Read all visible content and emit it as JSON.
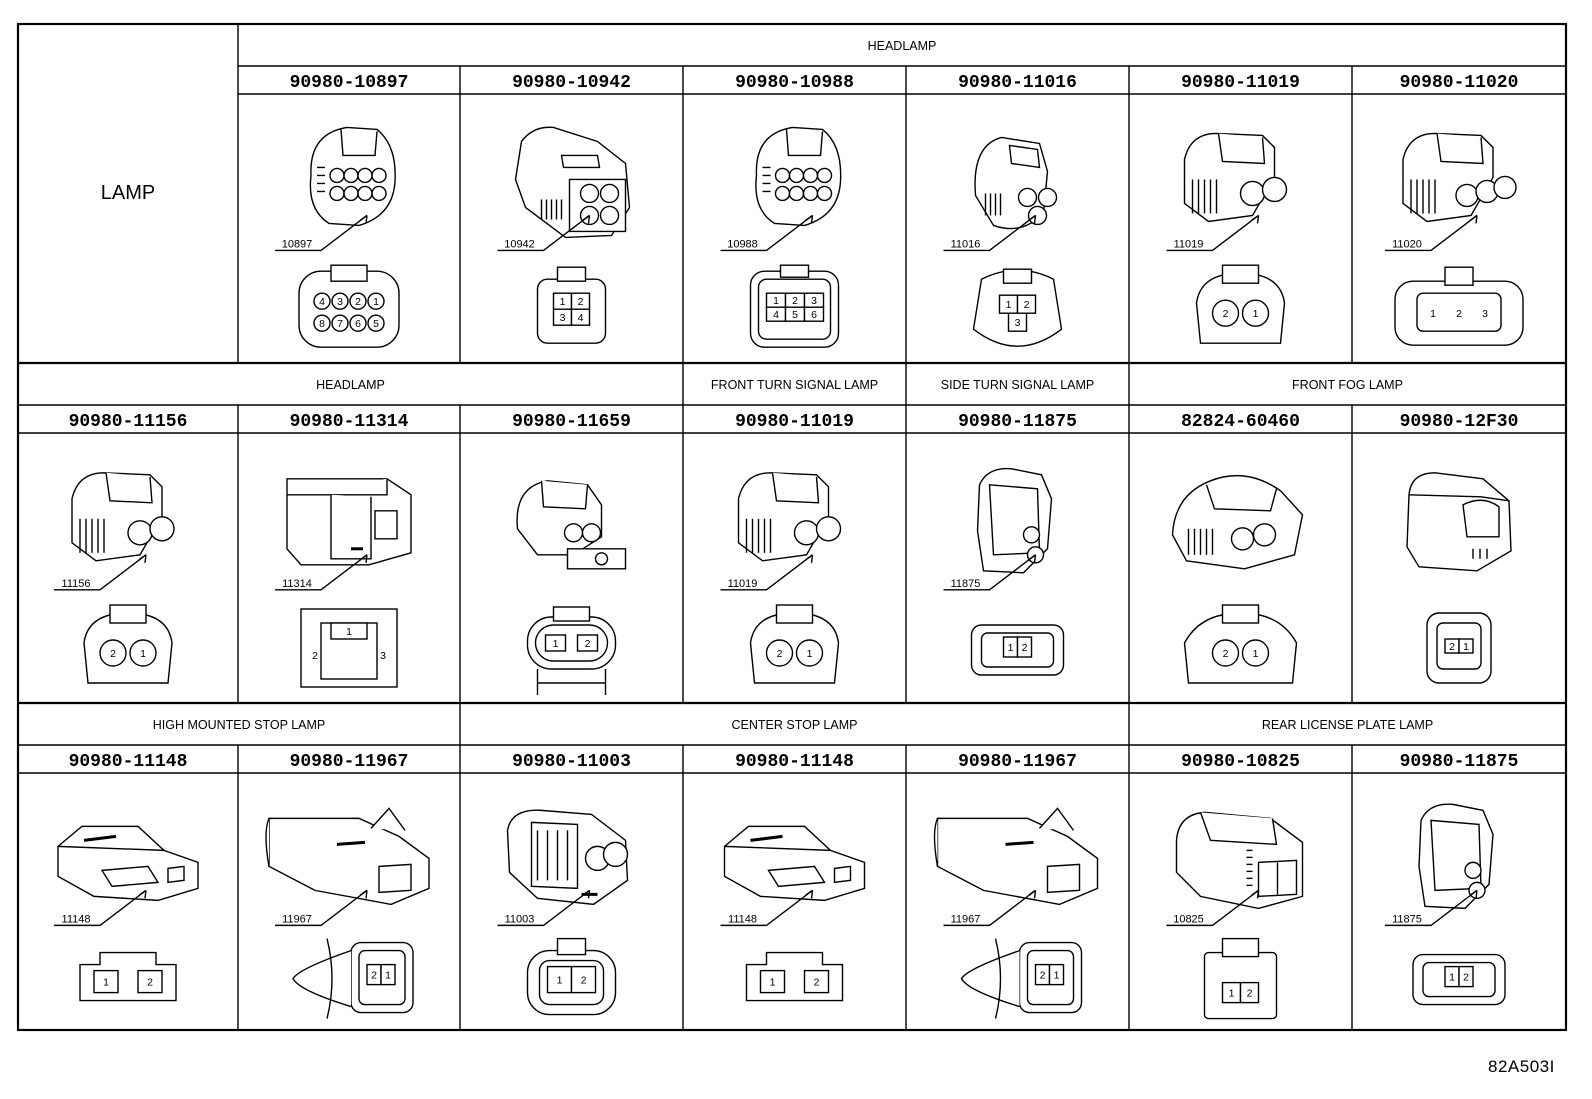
{
  "corner_label": "LAMP",
  "reference_code": "82A503I",
  "rows": [
    {
      "groups": [
        {
          "label": "HEADLAMP",
          "span": 6,
          "start": 1
        }
      ],
      "cells": [
        {
          "part": "90980-10897",
          "callout": "10897",
          "shape": "a",
          "pins": [
            "4",
            "3",
            "2",
            "1",
            "8",
            "7",
            "6",
            "5"
          ],
          "face": "f8"
        },
        {
          "part": "90980-10942",
          "callout": "10942",
          "shape": "b",
          "pins": [
            "1",
            "2",
            "3",
            "4"
          ],
          "face": "f4"
        },
        {
          "part": "90980-10988",
          "callout": "10988",
          "shape": "a",
          "pins": [
            "1",
            "2",
            "3",
            "4",
            "5",
            "6"
          ],
          "face": "f6"
        },
        {
          "part": "90980-11016",
          "callout": "11016",
          "shape": "c",
          "pins": [
            "1",
            "2",
            "3"
          ],
          "face": "f3t"
        },
        {
          "part": "90980-11019",
          "callout": "11019",
          "shape": "d",
          "pins": [
            "2",
            "1"
          ],
          "face": "f2r"
        },
        {
          "part": "90980-11020",
          "callout": "11020",
          "shape": "d3",
          "pins": [
            "1",
            "2",
            "3"
          ],
          "face": "f3w"
        }
      ]
    },
    {
      "groups": [
        {
          "label": "HEADLAMP",
          "span": 3,
          "start": 0
        },
        {
          "label": "FRONT TURN SIGNAL LAMP",
          "span": 1,
          "start": 3
        },
        {
          "label": "SIDE TURN SIGNAL LAMP",
          "span": 1,
          "start": 4
        },
        {
          "label": "FRONT FOG LAMP",
          "span": 2,
          "start": 5
        }
      ],
      "cells": [
        {
          "part": "90980-11156",
          "callout": "11156",
          "shape": "d",
          "pins": [
            "2",
            "1"
          ],
          "face": "f2e"
        },
        {
          "part": "90980-11314",
          "callout": "11314",
          "shape": "e",
          "pins": [
            "1",
            "2",
            "3"
          ],
          "face": "f3b"
        },
        {
          "part": "90980-11659",
          "callout": "",
          "shape": "f",
          "pins": [
            "1",
            "2"
          ],
          "face": "f2c"
        },
        {
          "part": "90980-11019",
          "callout": "11019",
          "shape": "d",
          "pins": [
            "2",
            "1"
          ],
          "face": "f2r"
        },
        {
          "part": "90980-11875",
          "callout": "11875",
          "shape": "g",
          "pins": [
            "1",
            "2"
          ],
          "face": "f2s"
        },
        {
          "part": "82824-60460",
          "callout": "",
          "shape": "h",
          "pins": [
            "2",
            "1"
          ],
          "face": "f2w"
        },
        {
          "part": "90980-12F30",
          "callout": "",
          "shape": "i",
          "pins": [
            "2",
            "1"
          ],
          "face": "f2n"
        }
      ]
    },
    {
      "groups": [
        {
          "label": "HIGH MOUNTED STOP LAMP",
          "span": 2,
          "start": 0
        },
        {
          "label": "CENTER STOP LAMP",
          "span": 3,
          "start": 2
        },
        {
          "label": "REAR LICENSE PLATE LAMP",
          "span": 2,
          "start": 5
        }
      ],
      "cells": [
        {
          "part": "90980-11148",
          "callout": "11148",
          "shape": "j",
          "pins": [
            "1",
            "2"
          ],
          "face": "f2h"
        },
        {
          "part": "90980-11967",
          "callout": "11967",
          "shape": "k",
          "pins": [
            "2",
            "1"
          ],
          "face": "f2k"
        },
        {
          "part": "90980-11003",
          "callout": "11003",
          "shape": "l",
          "pins": [
            "1",
            "2"
          ],
          "face": "f2o"
        },
        {
          "part": "90980-11148",
          "callout": "11148",
          "shape": "j",
          "pins": [
            "1",
            "2"
          ],
          "face": "f2h"
        },
        {
          "part": "90980-11967",
          "callout": "11967",
          "shape": "k",
          "pins": [
            "2",
            "1"
          ],
          "face": "f2k"
        },
        {
          "part": "90980-10825",
          "callout": "10825",
          "shape": "m",
          "pins": [
            "1",
            "2"
          ],
          "face": "f2p"
        },
        {
          "part": "90980-11875",
          "callout": "11875",
          "shape": "g",
          "pins": [
            "1",
            "2"
          ],
          "face": "f2s"
        }
      ]
    }
  ]
}
